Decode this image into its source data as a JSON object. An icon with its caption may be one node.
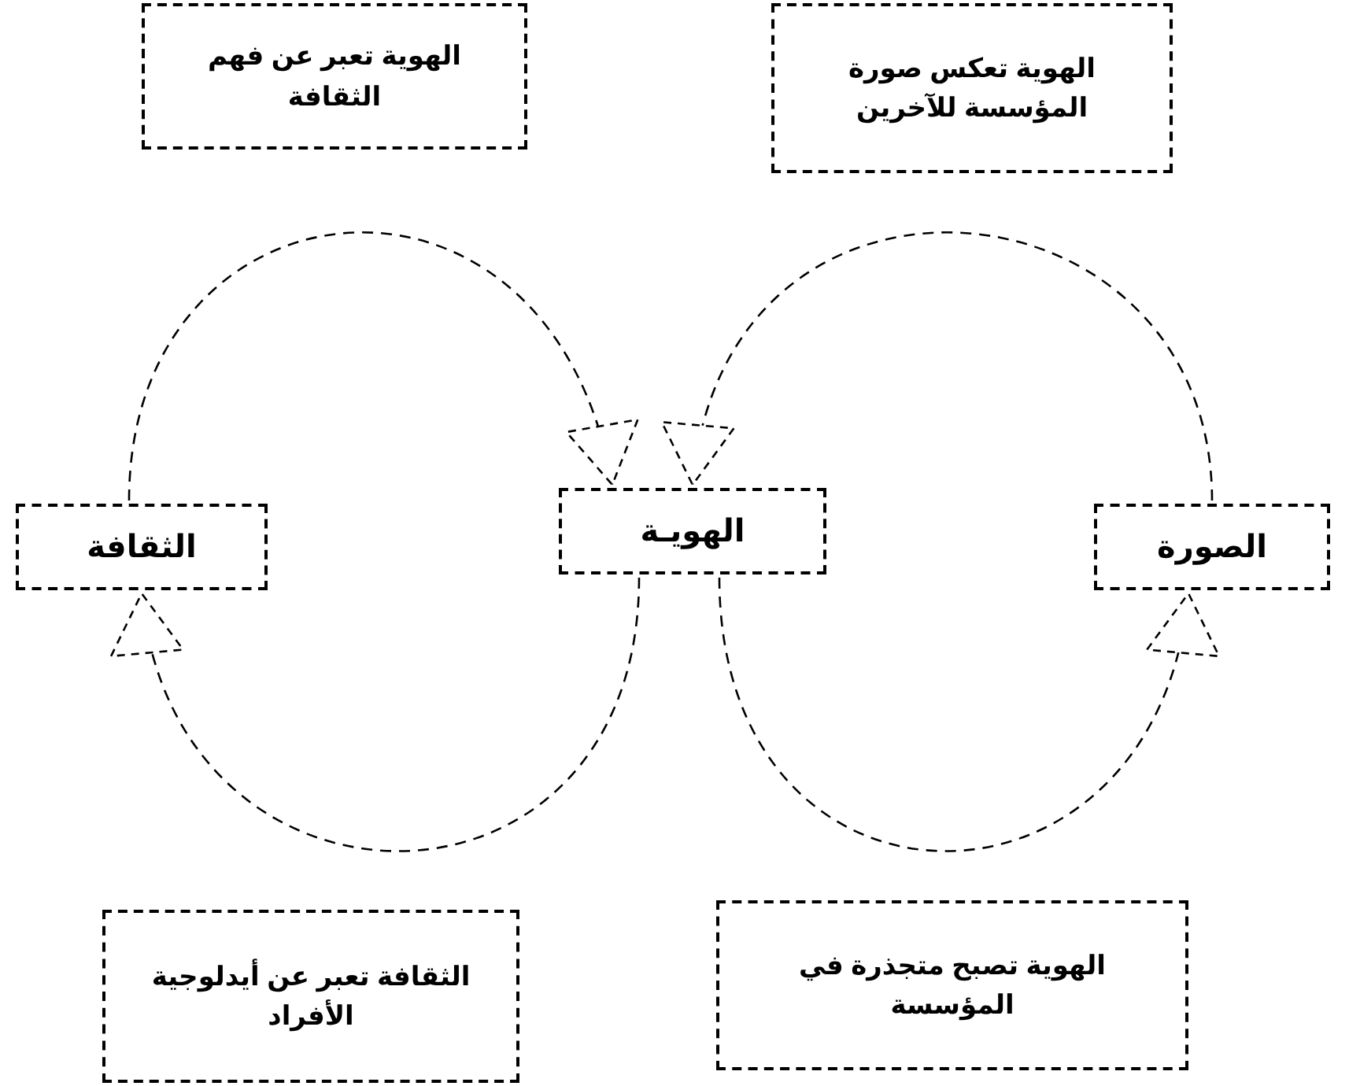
{
  "diagram": {
    "nodes": [
      {
        "text": [
          "الهوية تعبر عن فهم الثقافة"
        ]
      },
      {
        "text": [
          "الهوية تعكس صورة المؤسسة للآخرين"
        ]
      },
      {
        "text": [
          "الثقافة"
        ]
      },
      {
        "text": [
          "الهويـة"
        ]
      },
      {
        "text": [
          "الصورة"
        ]
      },
      {
        "text": [
          "الثقافة تعبر عن أيدلوجية الأفراد"
        ]
      },
      {
        "text": [
          "الهوية تصبح متجذرة في المؤسسة"
        ]
      }
    ],
    "edges": [
      {
        "from": 2,
        "to": 3,
        "arrow": "to",
        "style": "dashed"
      },
      {
        "from": 4,
        "to": 3,
        "arrow": "to",
        "style": "dashed"
      },
      {
        "from": 3,
        "to": 2,
        "arrow": "to",
        "style": "dashed"
      },
      {
        "from": 3,
        "to": 4,
        "arrow": "to",
        "style": "dashed"
      }
    ]
  }
}
